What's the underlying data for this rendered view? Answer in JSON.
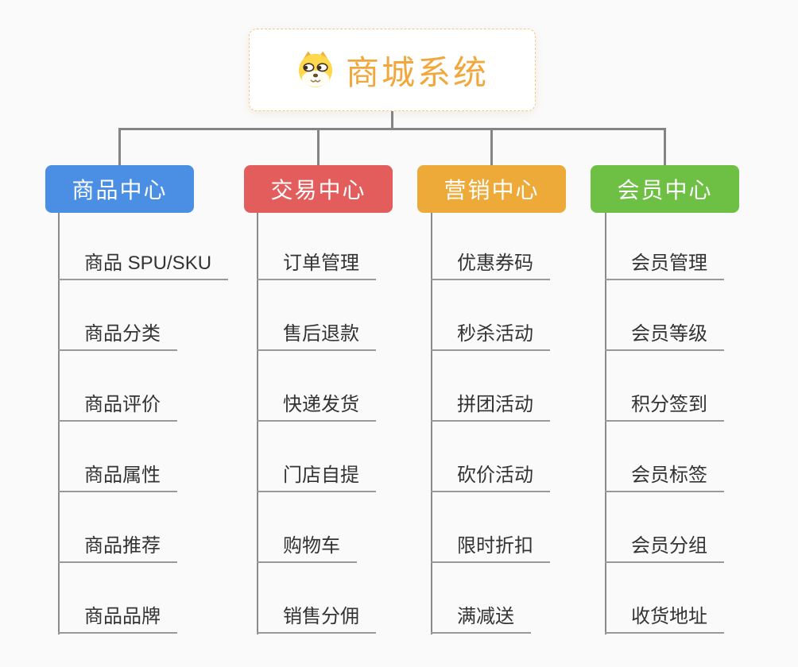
{
  "root": {
    "title": "商城系统",
    "icon": "dog-face-icon",
    "title_color": "#F2A73D",
    "border_color": "#F2C98B"
  },
  "connector_color": "#848484",
  "branches": [
    {
      "label": "商品中心",
      "color": "#4A8FE4",
      "items": [
        "商品 SPU/SKU",
        "商品分类",
        "商品评价",
        "商品属性",
        "商品推荐",
        "商品品牌"
      ]
    },
    {
      "label": "交易中心",
      "color": "#E35D5D",
      "items": [
        "订单管理",
        "售后退款",
        "快递发货",
        "门店自提",
        "购物车",
        "销售分佣"
      ]
    },
    {
      "label": "营销中心",
      "color": "#EDAA38",
      "items": [
        "优惠券码",
        "秒杀活动",
        "拼团活动",
        "砍价活动",
        "限时折扣",
        "满减送"
      ]
    },
    {
      "label": "会员中心",
      "color": "#6DC044",
      "items": [
        "会员管理",
        "会员等级",
        "积分签到",
        "会员标签",
        "会员分组",
        "收货地址"
      ]
    }
  ]
}
